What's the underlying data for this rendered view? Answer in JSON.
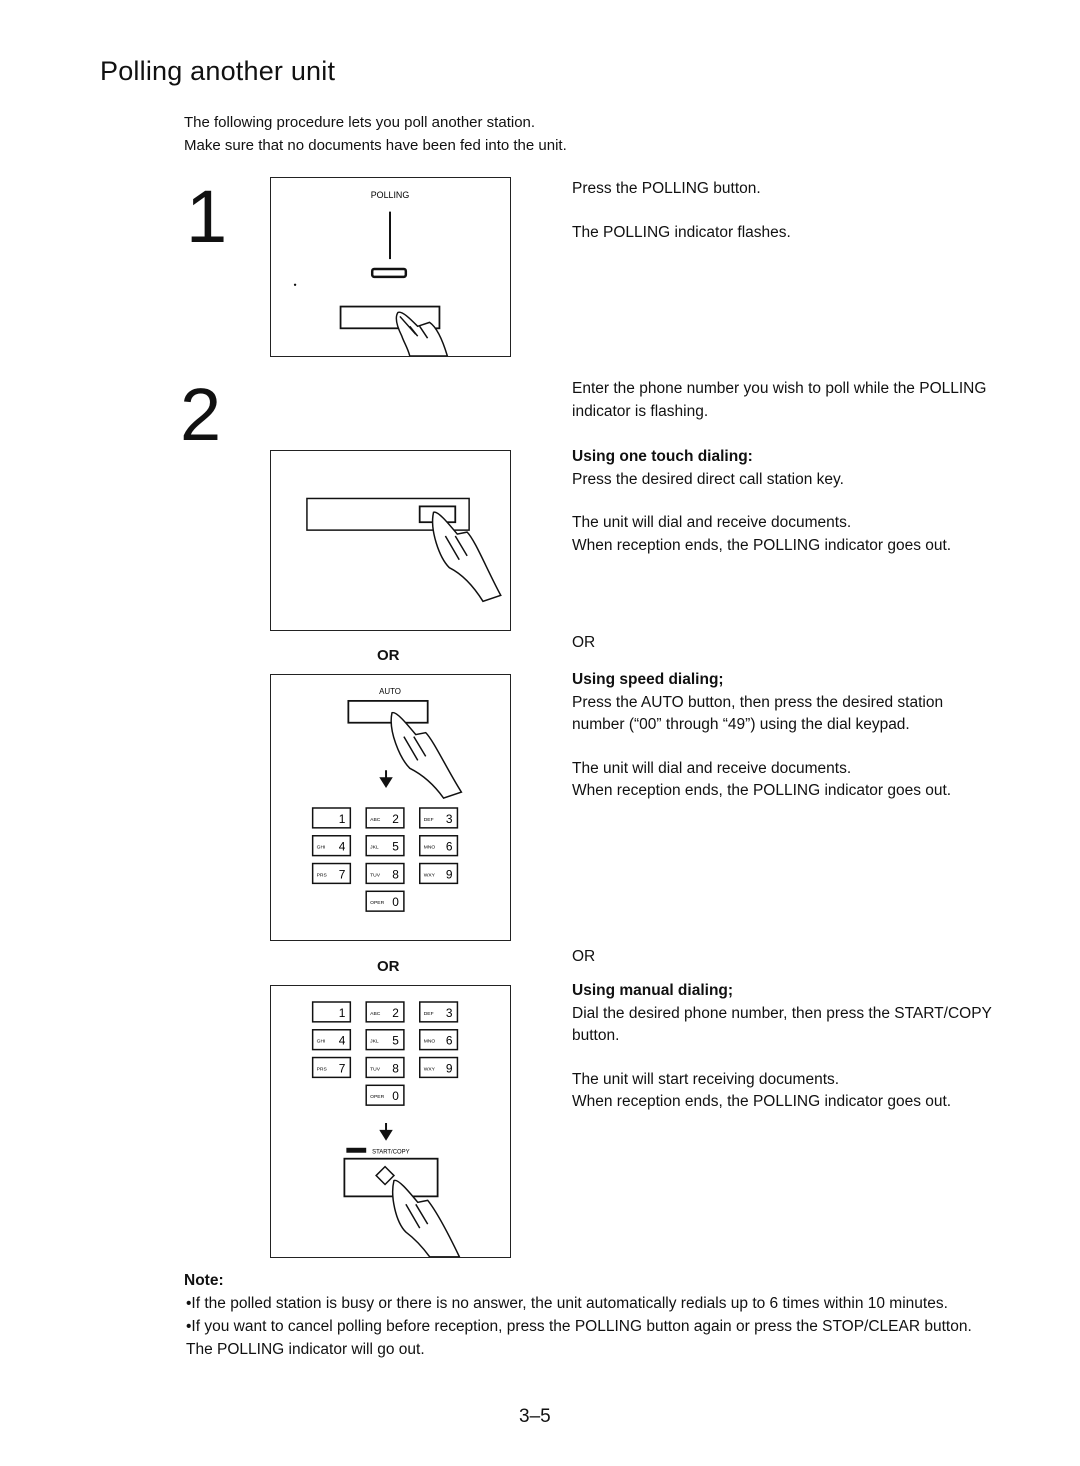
{
  "title": "Polling another unit",
  "intro": [
    "The following procedure lets you poll another station.",
    "Make sure that no documents have been fed into the unit."
  ],
  "step1": {
    "number": "1",
    "panel_label": "POLLING",
    "lines": [
      "Press the POLLING button.",
      "The POLLING indicator flashes."
    ]
  },
  "step2": {
    "number": "2",
    "intro": "Enter the phone number you wish to poll while the POLLING indicator is flashing.",
    "one_touch": {
      "heading": "Using one touch dialing:",
      "line1": "Press the desired direct call station key.",
      "line2": "The unit will dial and receive documents.",
      "line3": "When reception ends, the POLLING indicator goes out."
    },
    "or1": "OR",
    "speed": {
      "heading": "Using speed dialing;",
      "line1": "Press the AUTO button, then press the desired station number (“00” through “49”) using the dial keypad.",
      "line2": "The unit will dial and receive documents.",
      "line3": "When reception ends, the POLLING indicator goes out."
    },
    "or2": "OR",
    "manual": {
      "heading": "Using manual dialing;",
      "line1": "Dial the desired phone number, then press the START/COPY button.",
      "line2": "The unit will start receiving documents.",
      "line3": "When reception ends, the POLLING indicator goes out."
    },
    "panel_or1": "OR",
    "panel_or2": "OR",
    "auto_label": "AUTO",
    "start_label": "START/COPY"
  },
  "keypad": [
    {
      "digit": "1",
      "letters": ""
    },
    {
      "digit": "2",
      "letters": "ABC"
    },
    {
      "digit": "3",
      "letters": "DEF"
    },
    {
      "digit": "4",
      "letters": "GHI"
    },
    {
      "digit": "5",
      "letters": "JKL"
    },
    {
      "digit": "6",
      "letters": "MNO"
    },
    {
      "digit": "7",
      "letters": "PRS"
    },
    {
      "digit": "8",
      "letters": "TUV"
    },
    {
      "digit": "9",
      "letters": "WXY"
    },
    {
      "digit": "0",
      "letters": "OPER"
    }
  ],
  "note": {
    "heading": "Note:",
    "items": [
      "•If the polled station is busy or there is no answer, the unit automatically redials up to 6 times within 10 minutes.",
      "•If you want to cancel polling before reception, press the POLLING button again or press the STOP/CLEAR button. The POLLING indicator will go out."
    ]
  },
  "page_number": "3–5"
}
